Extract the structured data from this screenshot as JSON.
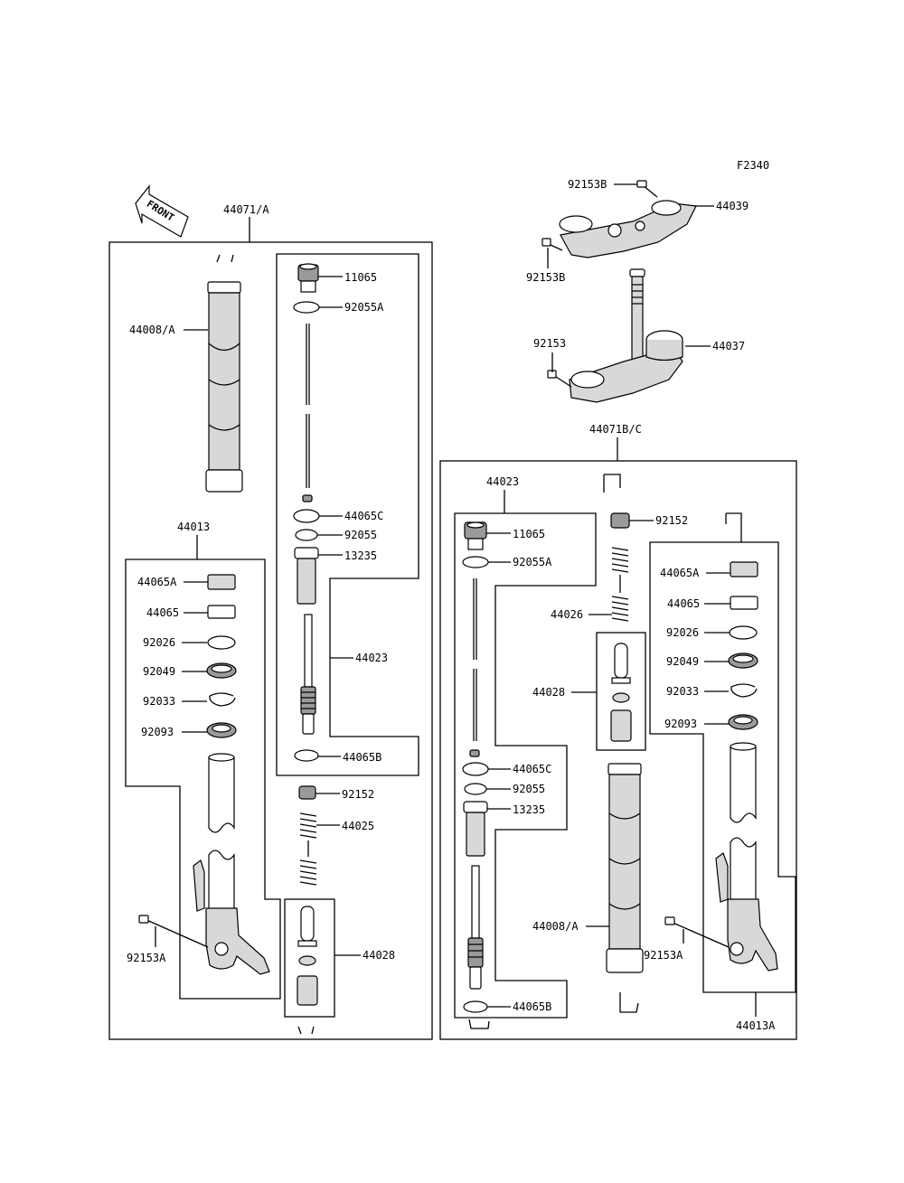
{
  "figure_code": "F2340",
  "front_label": "FRONT",
  "left_assembly": {
    "label": "44071/A",
    "tube_label": "44008/A",
    "inner_label": "44013",
    "inner_parts": [
      "44065A",
      "44065",
      "92026",
      "92049",
      "92033",
      "92093"
    ],
    "bolt_label": "92153A",
    "cartridge_parts": [
      "11065",
      "92055A",
      "44065C",
      "92055",
      "13235",
      "44023",
      "44065B"
    ],
    "lower_parts": [
      "92152",
      "44025",
      "44028"
    ]
  },
  "right_assembly": {
    "label": "44071B/C",
    "cartridge_label": "44023",
    "cartridge_parts": [
      "11065",
      "92055A",
      "44065C",
      "92055",
      "13235",
      "44065B"
    ],
    "spring_parts": [
      "92152",
      "44026",
      "44028"
    ],
    "tube_label": "44008/A",
    "inner_parts": [
      "44065A",
      "44065",
      "92026",
      "92049",
      "92033",
      "92093"
    ],
    "bolt_label": "92153A",
    "inner_label": "44013A"
  },
  "triple_clamp": {
    "upper_bolt_top": "92153B",
    "upper_clamp": "44039",
    "upper_bolt_side": "92153B",
    "lower_bolt": "92153",
    "lower_clamp": "44037"
  }
}
